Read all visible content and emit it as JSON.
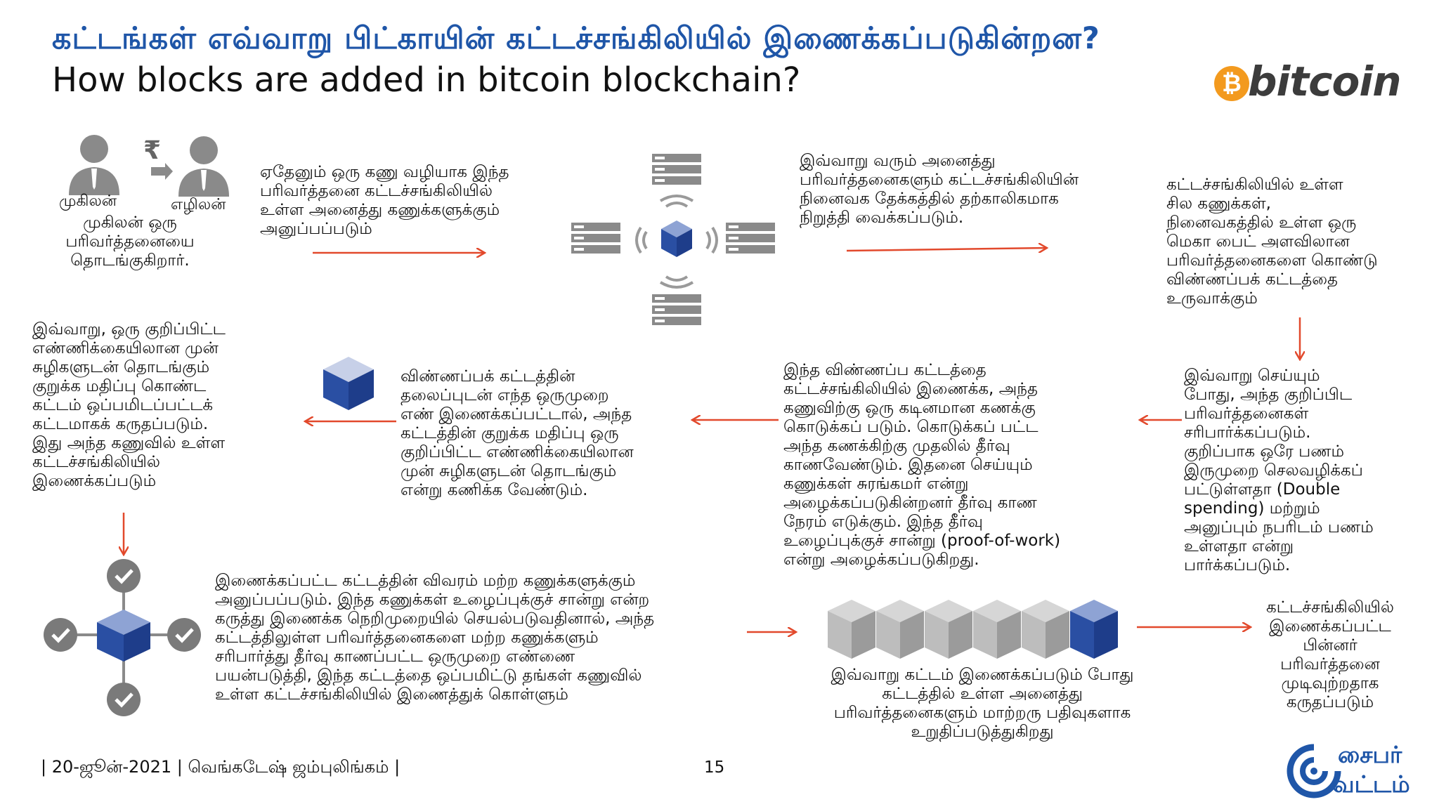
{
  "header": {
    "title_tamil": "கட்டங்கள் எவ்வாறு பிட்காயின் கட்டச்சங்கிலியில் இணைக்கப்படுகின்றன?",
    "title_english": "How blocks are added in bitcoin blockchain?",
    "bitcoin_logo_symbol": "₿",
    "bitcoin_logo_text": "bitcoin"
  },
  "step1": {
    "sender_label": "முகிலன்",
    "receiver_label": "எழிலன்",
    "currency_symbol": "₹",
    "caption": "முகிலன் ஒரு\nபரிவர்த்தனையை\nதொடங்குகிறார்."
  },
  "step2": {
    "text": "ஏதேனும் ஒரு கணு வழியாக இந்த\nபரிவர்த்தனை கட்டச்சங்கிலியில்\nஉள்ள அனைத்து கணுக்களுக்கும்\nஅனுப்பப்படும்"
  },
  "step3": {
    "text": "இவ்வாறு வரும் அனைத்து\nபரிவர்த்தனைகளும் கட்டச்சங்கிலியின்\nநினைவக தேக்கத்தில் தற்காலிகமாக\nநிறுத்தி வைக்கப்படும்."
  },
  "step4": {
    "text": "கட்டச்சங்கிலியில் உள்ள\nசில கணுக்கள்,\nநினைவகத்தில் உள்ள ஒரு\nமெகா பைட் அளவிலான\nபரிவர்த்தனைகளை கொண்டு\nவிண்ணப்பக் கட்டத்தை\nஉருவாக்கும்"
  },
  "step5": {
    "text": "இவ்வாறு செய்யும்\nபோது, அந்த குறிப்பிட\nபரிவர்த்தனைகள்\nசரிபார்க்கப்படும்.\nகுறிப்பாக ஒரே பணம்\nஇருமுறை செலவழிக்கப்\nபட்டுள்ளதா (Double\nspending) மற்றும்\nஅனுப்பும் நபரிடம் பணம்\nஉள்ளதா என்று\nபார்க்கப்படும்."
  },
  "step6": {
    "text": "இந்த விண்ணப்ப கட்டத்தை\nகட்டச்சங்கிலியில் இணைக்க, அந்த\nகணுவிற்கு ஒரு கடினமான கணக்கு\nகொடுக்கப் படும். கொடுக்கப் பட்ட\nஅந்த கணக்கிற்கு முதலில் தீர்வு\nகாணவேண்டும். இதனை செய்யும்\nகணுக்கள் சுரங்கமர் என்று\nஅழைக்கப்படுகின்றனர் தீர்வு காண\nநேரம் எடுக்கும். இந்த தீர்வு\nஉழைப்புக்குச் சான்று (proof-of-work)\nஎன்று அழைக்கப்படுகிறது."
  },
  "step7": {
    "text": "விண்ணப்பக் கட்டத்தின்\nதலைப்புடன் எந்த ஒருமுறை\nஎண் இணைக்கப்பட்டால், அந்த\nகட்டத்தின் குறுக்க மதிப்பு ஒரு\nகுறிப்பிட்ட எண்ணிக்கையிலான\nமுன் சுழிகளுடன் தொடங்கும்\nஎன்று கணிக்க வேண்டும்."
  },
  "step8": {
    "text": "இவ்வாறு, ஒரு குறிப்பிட்ட\nஎண்ணிக்கையிலான முன்\nசுழிகளுடன் தொடங்கும்\nகுறுக்க மதிப்பு கொண்ட\nகட்டம் ஒப்பமிடப்பட்டக்\nகட்டமாகக் கருதப்படும்.\nஇது அந்த கணுவில் உள்ள\nகட்டச்சங்கிலியில்\nஇணைக்கப்படும்"
  },
  "step9": {
    "text": "இணைக்கப்பட்ட கட்டத்தின் விவரம் மற்ற கணுக்களுக்கும்\nஅனுப்பப்படும். இந்த கணுக்கள் உழைப்புக்குச் சான்று என்ற\nகருத்து இணைக்க நெறிமுறையில் செயல்படுவதினால், அந்த\nகட்டத்திலுள்ள பரிவர்த்தனைகளை மற்ற கணுக்களும்\nசரிபார்த்து தீர்வு காணப்பட்ட ஒருமுறை எண்ணை\nபயன்படுத்தி, இந்த கட்டத்தை ஒப்பமிட்டு தங்கள் கணுவில்\nஉள்ள கட்டச்சங்கிலியில் இணைத்துக் கொள்ளும்"
  },
  "step10": {
    "text": "இவ்வாறு கட்டம் இணைக்கப்படும் போது\nகட்டத்தில் உள்ள அனைத்து\nபரிவர்த்தனைகளும் மாற்றரு பதிவுகளாக\nஉறுதிப்படுத்துகிறது"
  },
  "step11": {
    "text": "கட்டச்சங்கிலியில்\nஇணைக்கப்பட்ட\nபின்னர்\nபரிவர்த்தனை\nமுடிவுற்றதாக\nகருதப்படும்"
  },
  "footer": {
    "text": "| 20-ஜூன்-2021 | வெங்கடேஷ் ஜம்புலிங்கம் |",
    "page_number": "15"
  },
  "brand": {
    "line1": "சைபர்",
    "line2": "வட்டம்"
  },
  "colors": {
    "title_blue": "#1f56a8",
    "arrow_red": "#e2492c",
    "cube_blue": "#2a4fa3",
    "icon_gray": "#8a8a8a",
    "bitcoin_orange": "#f39a1e"
  }
}
